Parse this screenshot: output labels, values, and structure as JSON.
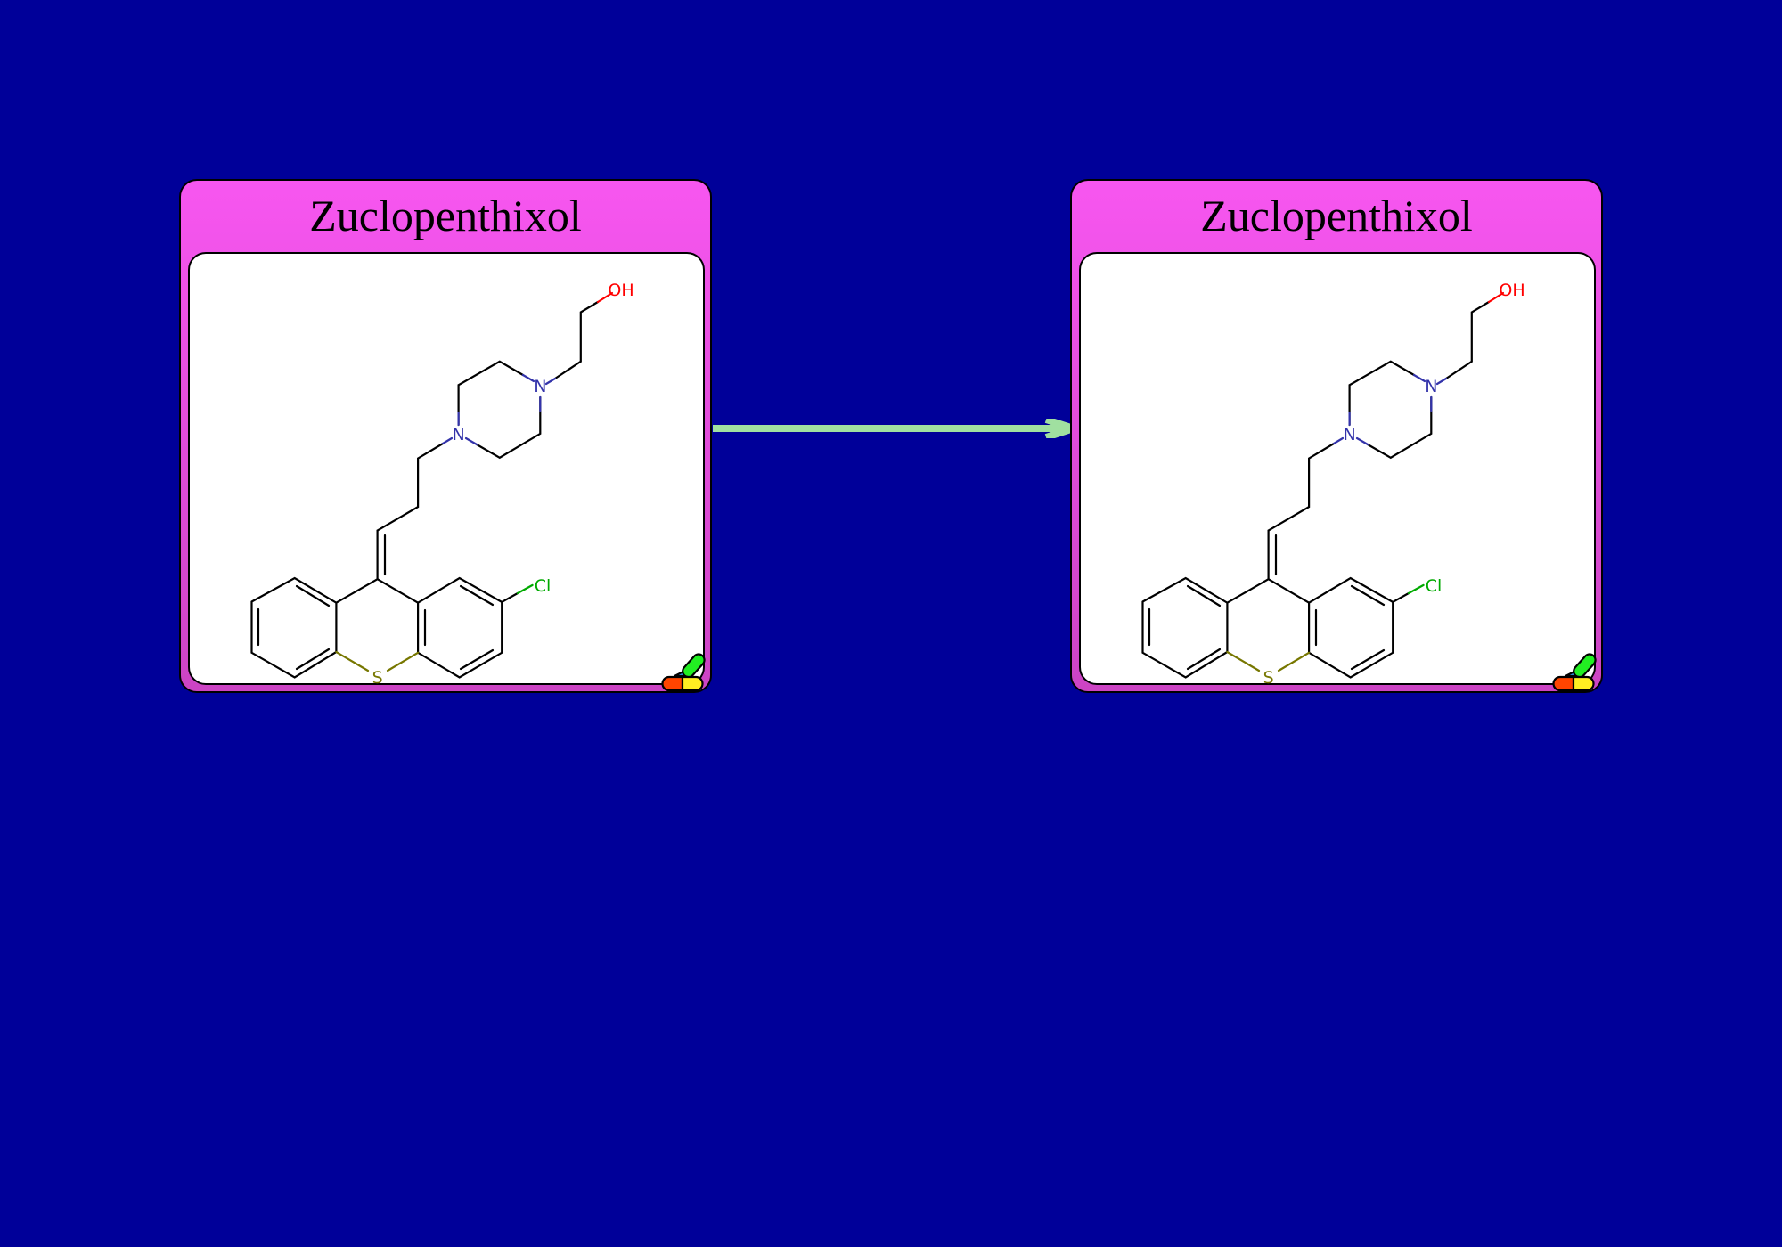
{
  "nodes": [
    {
      "title": "Zuclopenthixol",
      "atoms": {
        "oh": "OH",
        "n1": "N",
        "n2": "N",
        "cl": "Cl",
        "s": "S"
      },
      "icon": "drug-pill-icon"
    },
    {
      "title": "Zuclopenthixol",
      "atoms": {
        "oh": "OH",
        "n1": "N",
        "n2": "N",
        "cl": "Cl",
        "s": "S"
      },
      "icon": "drug-pill-icon"
    }
  ],
  "colors": {
    "background": "#000099",
    "node_fill": "#f756f0",
    "arrow": "#a0e0a0",
    "oxygen": "#ff0000",
    "nitrogen": "#3333aa",
    "chlorine": "#00aa00",
    "sulfur": "#777700"
  }
}
